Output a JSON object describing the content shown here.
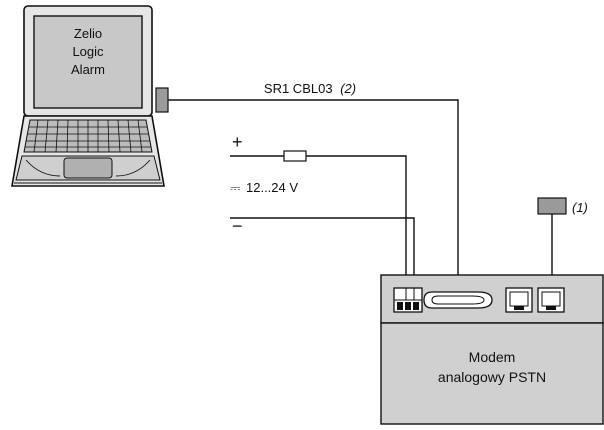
{
  "laptop": {
    "screen_lines": [
      "Zelio",
      "Logic",
      "Alarm"
    ]
  },
  "cable": {
    "label_main": "SR1 CBL03",
    "label_note": "(2)"
  },
  "power": {
    "plus_sign": "+",
    "minus_sign": "−",
    "dc_symbol": "⎓",
    "voltage_label": "12...24 V"
  },
  "phone_connector": {
    "note": "(1)"
  },
  "modem": {
    "label_line1": "Modem",
    "label_line2": "analogowy PSTN"
  },
  "colors": {
    "screen_fill": "#c8c8c8",
    "device_fill": "#d0d0d0",
    "stroke": "#111111",
    "connector_fill": "#9a9a9a"
  }
}
